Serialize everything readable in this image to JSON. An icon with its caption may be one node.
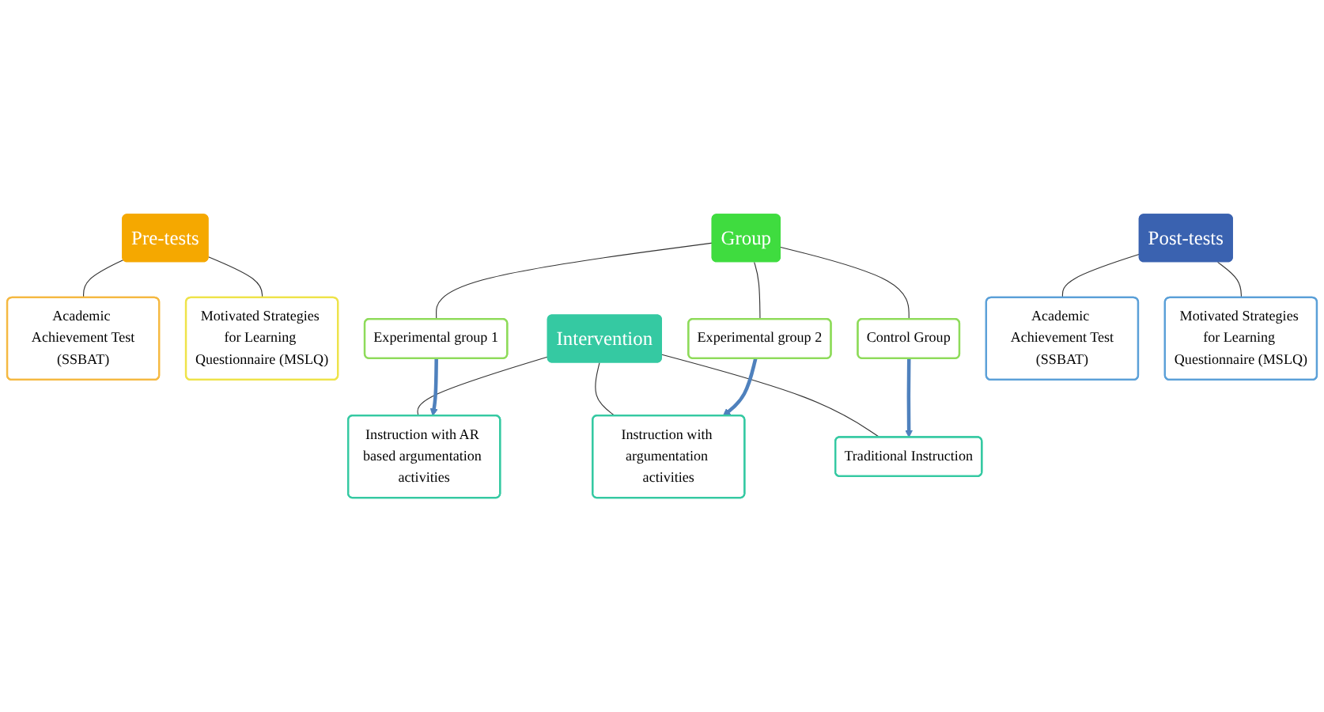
{
  "diagram": {
    "nodes": [
      {
        "text": [
          "Pre-tests"
        ]
      },
      {
        "text": [
          "Academic Achievement Test",
          "(SSBAT)"
        ]
      },
      {
        "text": [
          "Motivated Strategies for Learning Questionnaire (MSLQ)"
        ]
      },
      {
        "text": [
          "Group"
        ]
      },
      {
        "text": [
          "Experimental group 1"
        ]
      },
      {
        "text": [
          "Experimental group 2"
        ]
      },
      {
        "text": [
          "Control Group"
        ]
      },
      {
        "text": [
          "Intervention"
        ]
      },
      {
        "text": [
          "Instruction with AR based argumentation activities"
        ]
      },
      {
        "text": [
          "Instruction with argumentation activities"
        ]
      },
      {
        "text": [
          "Traditional Instruction"
        ]
      },
      {
        "text": [
          "Post-tests"
        ]
      },
      {
        "text": [
          "Academic Achievement Test",
          "(SSBAT)"
        ]
      },
      {
        "text": [
          "Motivated Strategies for Learning Questionnaire (MSLQ)"
        ]
      }
    ],
    "edges": [
      {
        "from": 0,
        "to": 1,
        "arrow": "none"
      },
      {
        "from": 0,
        "to": 2,
        "arrow": "none"
      },
      {
        "from": 3,
        "to": 4,
        "arrow": "none"
      },
      {
        "from": 3,
        "to": 5,
        "arrow": "none"
      },
      {
        "from": 3,
        "to": 6,
        "arrow": "none"
      },
      {
        "from": 7,
        "to": 8,
        "arrow": "none"
      },
      {
        "from": 7,
        "to": 9,
        "arrow": "none"
      },
      {
        "from": 7,
        "to": 10,
        "arrow": "none"
      },
      {
        "from": 11,
        "to": 12,
        "arrow": "none"
      },
      {
        "from": 11,
        "to": 13,
        "arrow": "none"
      },
      {
        "from": 4,
        "to": 8,
        "arrow": "to",
        "style": "thick",
        "color": "#4f81bd"
      },
      {
        "from": 5,
        "to": 9,
        "arrow": "to",
        "style": "thick",
        "color": "#4f81bd"
      },
      {
        "from": 6,
        "to": 10,
        "arrow": "to",
        "style": "thick",
        "color": "#4f81bd"
      }
    ]
  }
}
